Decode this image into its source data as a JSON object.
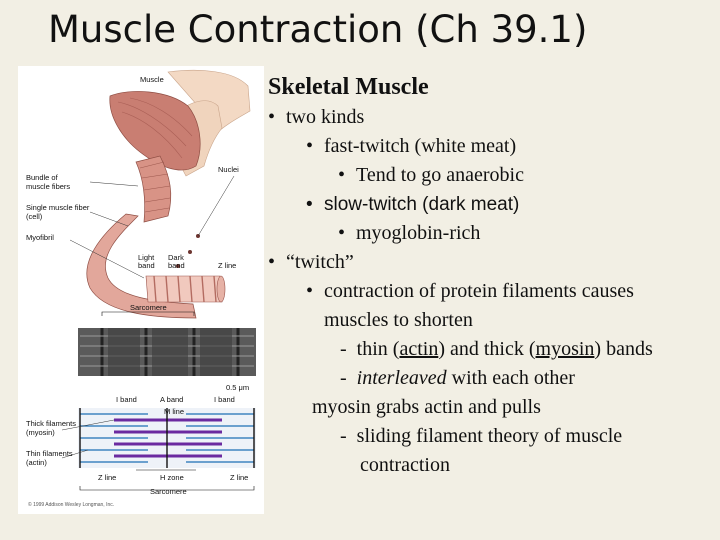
{
  "title": "Muscle Contraction (Ch 39.1)",
  "figure": {
    "labels": {
      "muscle": "Muscle",
      "bundle": "Bundle of",
      "bundle2": "muscle fibers",
      "nuclei": "Nuclei",
      "fiber": "Single muscle fiber",
      "fiber2": "(cell)",
      "myofibril": "Myofibril",
      "light_band": "Light",
      "light_band2": "band",
      "dark_band": "Dark",
      "dark_band2": "band",
      "z_line_top": "Z line",
      "sarcomere_top": "Sarcomere",
      "scale": "0.5 μm",
      "i_band_left": "I band",
      "a_band": "A band",
      "i_band_right": "I band",
      "m_line": "M line",
      "thick": "Thick filaments",
      "thick2": "(myosin)",
      "thin": "Thin filaments",
      "thin2": "(actin)",
      "z_line_left": "Z line",
      "h_zone": "H zone",
      "z_line_right": "Z line",
      "sarcomere_bottom": "Sarcomere",
      "copyright": "© 1999 Addison Wesley Longman, Inc."
    }
  },
  "content": {
    "heading": "Skeletal Muscle",
    "b1": "two kinds",
    "b1a": "fast-twitch (white meat)",
    "b1a1": "Tend to go anaerobic",
    "b1b": "slow-twitch (dark meat)",
    "b1b1": "myoglobin-rich",
    "b2": "“twitch”",
    "b2a": "contraction of protein filaments causes",
    "b2a_cont": "muscles to shorten",
    "d1_dash": "-",
    "d1_a": "thin (",
    "d1_actin": "actin",
    "d1_b": ") and thick (",
    "d1_myosin": "myosin",
    "d1_c": ") bands",
    "d2_dash": "-",
    "d2_interleaved": "interleaved",
    "d2_rest": " with each other",
    "grab": "myosin grabs actin and pulls",
    "d3_dash": "-",
    "d3_text": "sliding filament theory of muscle",
    "d3_cont": "contraction",
    "bullet_char": "•"
  }
}
